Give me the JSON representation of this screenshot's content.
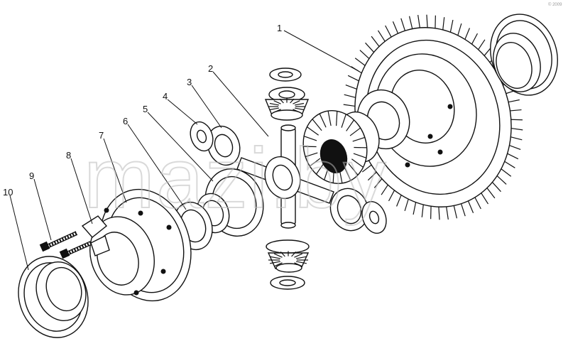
{
  "diagram": {
    "watermark": "mazi.by",
    "corner_mark": "© 2009",
    "callouts": [
      "1",
      "2",
      "3",
      "4",
      "5",
      "6",
      "7",
      "8",
      "9",
      "10"
    ]
  }
}
